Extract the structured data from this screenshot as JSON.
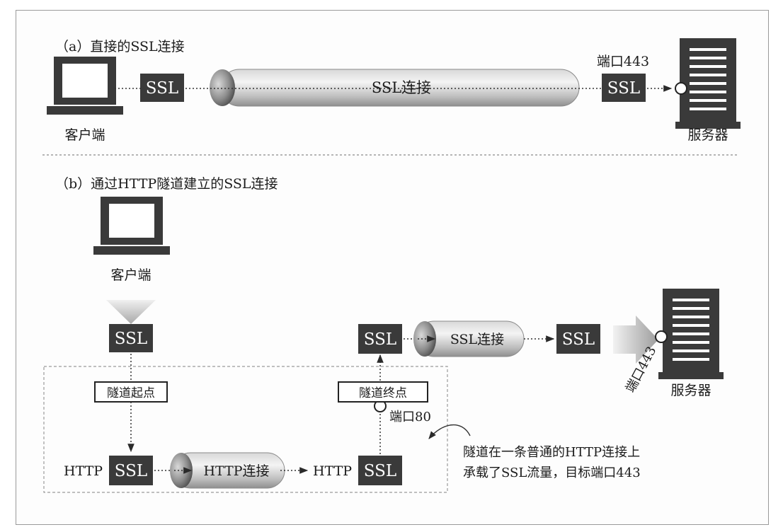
{
  "section_a": {
    "title": "（a）直接的SSL连接",
    "client_label": "客户端",
    "ssl_left": "SSL",
    "tunnel_label": "SSL连接",
    "port_label": "端口443",
    "ssl_right": "SSL",
    "server_label": "服务器"
  },
  "section_b": {
    "title": "（b）通过HTTP隧道建立的SSL连接",
    "client_label": "客户端",
    "ssl_client": "SSL",
    "tunnel_start_label": "隧道起点",
    "http_left": "HTTP",
    "ssl_bottom_left": "SSL",
    "http_tunnel_label": "HTTP连接",
    "http_right": "HTTP",
    "ssl_bottom_right": "SSL",
    "tunnel_end_label": "隧道终点",
    "port80_label": "端口80",
    "ssl_top_left": "SSL",
    "ssl_tunnel_label": "SSL连接",
    "ssl_top_right": "SSL",
    "server_port_label": "端口443",
    "server_label": "服务器",
    "note_line1": "隧道在一条普通的HTTP连接上",
    "note_line2": "承载了SSL流量，目标端口443"
  }
}
